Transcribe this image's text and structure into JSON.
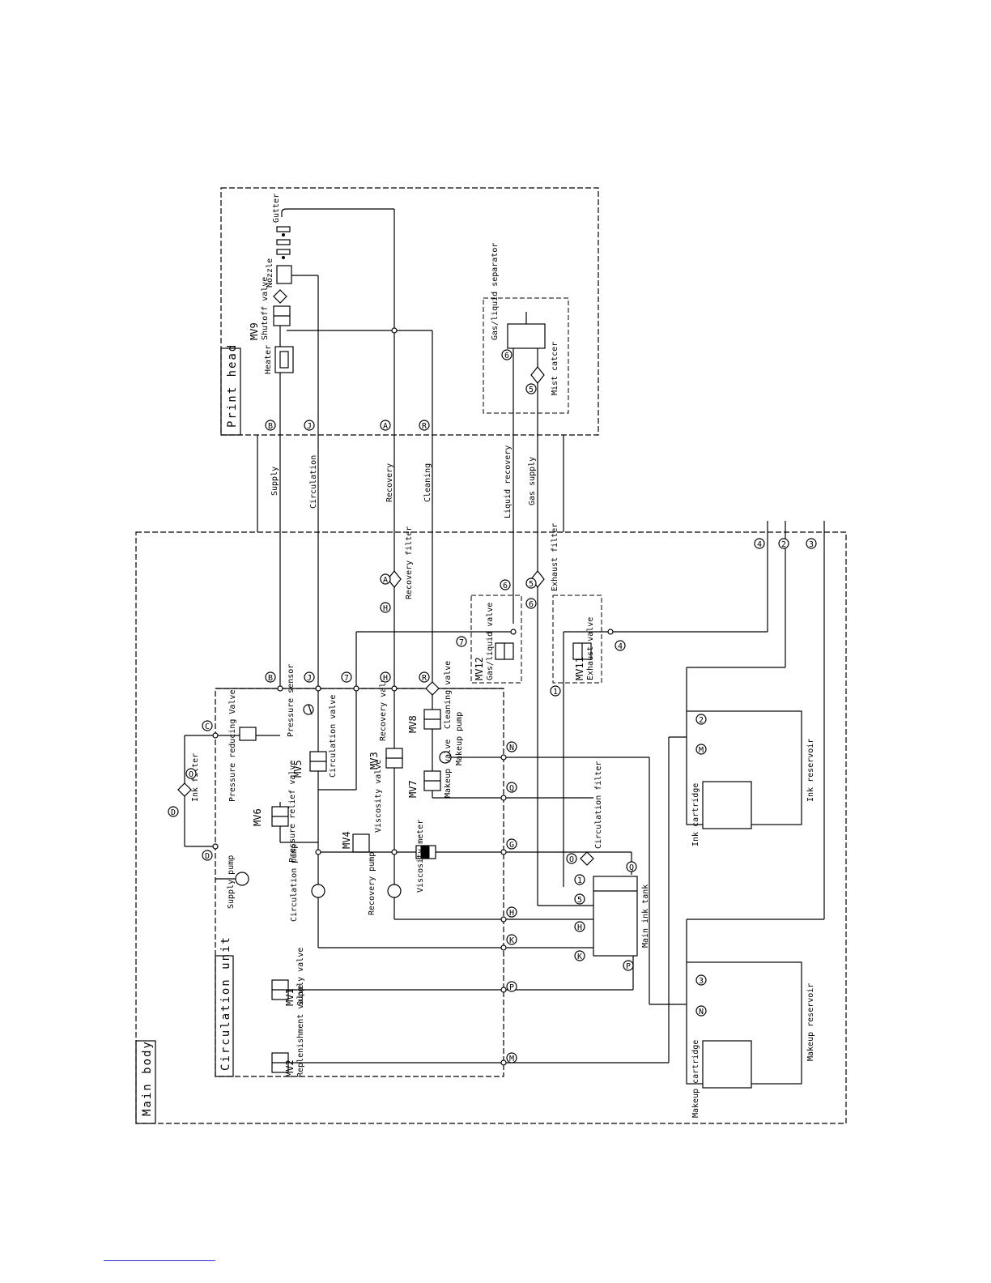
{
  "sections": {
    "print_head": "Print head",
    "main_body": "Main body",
    "circulation_unit": "Circulation unit"
  },
  "lines": {
    "supply": "Supply",
    "circulation": "Circulation",
    "recovery": "Recovery",
    "cleaning": "Cleaning",
    "liquid_recovery": "Liquid recovery",
    "gas_supply": "Gas supply"
  },
  "valves": {
    "mv1": {
      "id": "MV1",
      "label": "Supply valve"
    },
    "mv2": {
      "id": "MV2",
      "label": "Replenishment valve"
    },
    "mv3": {
      "id": "MV3",
      "label": "Recovery valve"
    },
    "mv4": {
      "id": "MV4",
      "label": "Viscosity valve"
    },
    "mv5": {
      "id": "MV5",
      "label": "Circulation valve"
    },
    "mv6": {
      "id": "MV6",
      "label": "Pressure relief valve"
    },
    "mv7": {
      "id": "MV7",
      "label": "Makeup valve"
    },
    "mv8": {
      "id": "MV8",
      "label": "Cleaning valve"
    },
    "mv9": {
      "id": "MV9",
      "label": "Shutoff valve"
    },
    "mv11": {
      "id": "MV11",
      "label": "Exhaust valve"
    },
    "mv12": {
      "id": "MV12",
      "label": "Gas/liquid valve"
    }
  },
  "components": {
    "heater": "Heater",
    "nozzle": "Nozzle",
    "gutter": "Gutter",
    "gas_liquid_separator": "Gas/liquid separator",
    "mist_catcher": "Mist catcer",
    "recovery_filter": "Recovery filter",
    "exhaust_filter": "Exhaust filter",
    "ink_filter": "Ink filter",
    "pressure_reducing_valve": "Pressure reducing Valve",
    "pressure_sensor": "Pressure sensor",
    "makeup_pump": "Makeup pump",
    "supply_pump": "Supply pump",
    "circulation_pump": "Circulation pump",
    "recovery_pump": "Recovery pump",
    "viscosity_meter": "Viscosity meter",
    "circulation_filter": "Circulation filter",
    "main_ink_tank": "Main ink tank",
    "ink_cartridge": "Ink cartridge",
    "ink_reservoir": "Ink reservoir",
    "makeup_cartridge": "Makeup cartridge",
    "makeup_reservoir": "Makeup reservoir"
  },
  "ports": {
    "B": "B",
    "J": "J",
    "A": "A",
    "R": "R",
    "H": "H",
    "C": "C",
    "D": "D",
    "G": "G",
    "K": "K",
    "M": "M",
    "N": "N",
    "O": "O",
    "P": "P",
    "Q": "Q",
    "n1": "1",
    "n2": "2",
    "n3": "3",
    "n4": "4",
    "n5": "5",
    "n6": "6",
    "n7": "7"
  }
}
